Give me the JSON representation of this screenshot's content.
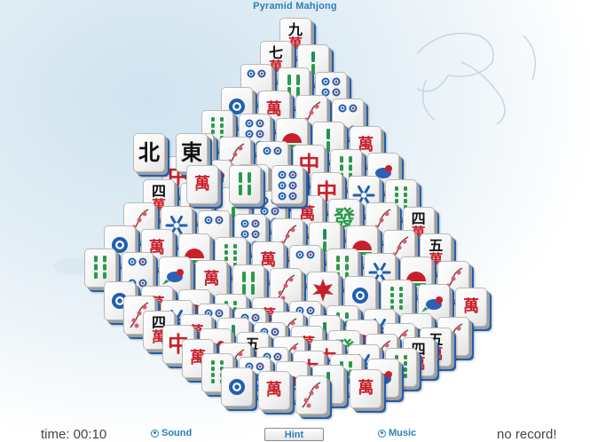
{
  "title": "Pyramid Mahjong",
  "status": {
    "time_label": "time: 00:10",
    "sound_label": "Sound",
    "hint_label": "Hint",
    "music_label": "Music",
    "record_label": "no record!"
  },
  "colors": {
    "accent": "#2b7fb8",
    "tile_edge_blue": "#1f5fb0",
    "char_red": "#c8202a",
    "bamboo_green": "#2a9a4a"
  },
  "tiles": [
    {
      "id": "bamboo-2-green",
      "name": "Bamboo",
      "kind": "bamboo",
      "n": 2
    },
    {
      "id": "bamboo-4",
      "name": "Bamboo",
      "kind": "bamboo",
      "n": 4
    },
    {
      "id": "bamboo-6",
      "name": "Bamboo",
      "kind": "bamboo",
      "n": 6
    },
    {
      "id": "bamboo-8",
      "name": "Bamboo",
      "kind": "bamboo",
      "n": 8
    },
    {
      "id": "circle-1",
      "name": "Circle",
      "kind": "circle",
      "n": 1
    },
    {
      "id": "circle-4",
      "name": "Circle",
      "kind": "circle",
      "n": 4
    },
    {
      "id": "circle-6",
      "name": "Circle",
      "kind": "circle",
      "n": 6
    },
    {
      "id": "char-wan",
      "name": "Character",
      "kind": "char",
      "text": "萬"
    },
    {
      "id": "char-4",
      "name": "Character",
      "kind": "char2",
      "top": "四",
      "bot": "萬"
    },
    {
      "id": "char-5",
      "name": "Character",
      "kind": "char2",
      "top": "五",
      "bot": "萬"
    },
    {
      "id": "char-9",
      "name": "Character",
      "kind": "char2",
      "top": "九",
      "bot": "萬"
    },
    {
      "id": "char-7",
      "name": "Character",
      "kind": "char2",
      "top": "七",
      "bot": "萬"
    },
    {
      "id": "red-dragon",
      "name": "Red Dragon",
      "kind": "dragon-red",
      "text": "中"
    },
    {
      "id": "green-dragon",
      "name": "Green Dragon",
      "kind": "dragon-green",
      "text": "發"
    },
    {
      "id": "snowflake",
      "name": "Winter",
      "kind": "snowflake"
    },
    {
      "id": "plum",
      "name": "Plum",
      "kind": "plum"
    },
    {
      "id": "bird",
      "name": "Bird",
      "kind": "bird"
    },
    {
      "id": "sun",
      "name": "Sun",
      "kind": "sun"
    },
    {
      "id": "maple",
      "name": "Maple",
      "kind": "maple"
    },
    {
      "id": "north",
      "name": "North",
      "kind": "wind",
      "text": "北"
    },
    {
      "id": "east",
      "name": "East",
      "kind": "wind",
      "text": "東"
    }
  ],
  "pattern": [
    [
      "char-9"
    ],
    [
      "char-7",
      "bamboo-2-green"
    ],
    [
      "circle-4",
      "bamboo-4",
      "circle-6"
    ],
    [
      "circle-1",
      "char-wan",
      "plum",
      "circle-4"
    ],
    [
      "bamboo-8",
      "circle-6",
      "sun",
      "bamboo-2-green",
      "char-wan"
    ],
    [
      "char-wan",
      "plum",
      "circle-4",
      "red-dragon",
      "bamboo-6",
      "bird"
    ],
    [
      "red-dragon",
      "bird",
      "char-5",
      "plum",
      "red-dragon",
      "snowflake",
      "bamboo-8"
    ],
    [
      "char-4",
      "char-wan",
      "bamboo-2-green",
      "circle-6",
      "char-wan",
      "green-dragon",
      "plum",
      "char-4"
    ],
    [
      "plum",
      "snowflake",
      "circle-4",
      "circle-6",
      "plum",
      "bamboo-2-green",
      "sun",
      "plum",
      "char-5"
    ],
    [
      "circle-1",
      "char-wan",
      "sun",
      "bamboo-8",
      "char-wan",
      "circle-4",
      "bamboo-6",
      "snowflake",
      "sun",
      "plum"
    ],
    [
      "bamboo-6",
      "circle-4",
      "bird",
      "char-wan",
      "bamboo-4",
      "plum",
      "maple",
      "circle-1",
      "bamboo-8",
      "bird",
      "char-wan"
    ]
  ],
  "top_layer": [
    [
      "north",
      "east"
    ],
    [
      "char-wan",
      "bamboo-4",
      "circle-6"
    ]
  ]
}
